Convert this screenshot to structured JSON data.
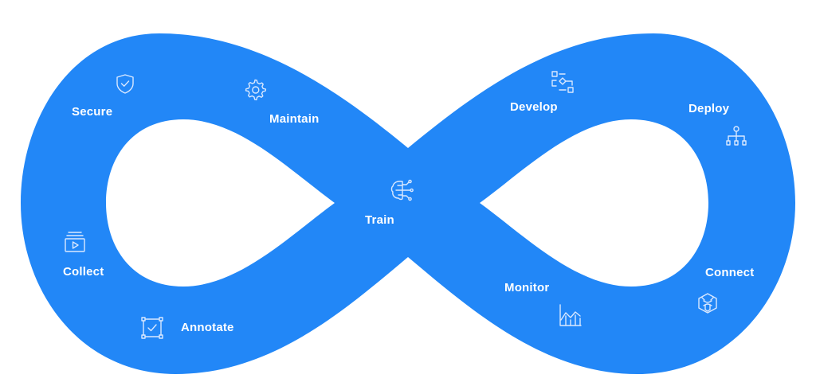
{
  "diagram": {
    "accent_color": "#2287f7",
    "stages": [
      {
        "id": "secure",
        "label": "Secure",
        "icon": "shield-check-icon"
      },
      {
        "id": "maintain",
        "label": "Maintain",
        "icon": "gear-icon"
      },
      {
        "id": "develop",
        "label": "Develop",
        "icon": "workflow-icon"
      },
      {
        "id": "deploy",
        "label": "Deploy",
        "icon": "hierarchy-icon"
      },
      {
        "id": "train",
        "label": "Train",
        "icon": "brain-circuit-icon"
      },
      {
        "id": "collect",
        "label": "Collect",
        "icon": "media-stack-icon"
      },
      {
        "id": "monitor",
        "label": "Monitor",
        "icon": "bar-chart-icon"
      },
      {
        "id": "connect",
        "label": "Connect",
        "icon": "shield-network-icon"
      },
      {
        "id": "annotate",
        "label": "Annotate",
        "icon": "select-check-icon"
      }
    ]
  }
}
